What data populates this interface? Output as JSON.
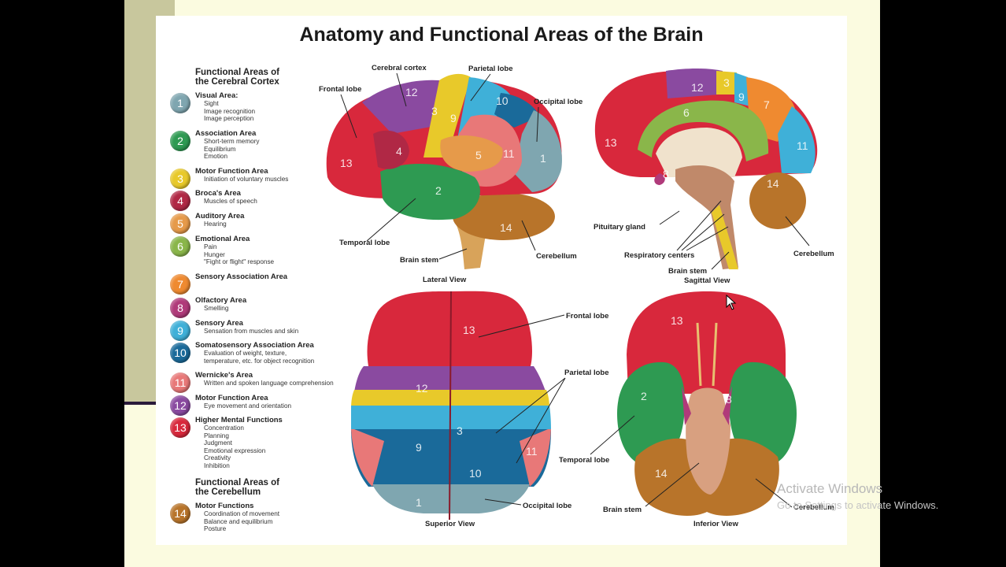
{
  "title": "Anatomy and Functional Areas of the Brain",
  "cortex_title": "Functional Areas of\nthe Cerebral Cortex",
  "cerebellum_title": "Functional Areas of\nthe Cerebellum",
  "legend": [
    {
      "num": "1",
      "name": "Visual Area:",
      "desc": "Sight\nImage recognition\nImage perception",
      "color": "#7fa6b0"
    },
    {
      "num": "2",
      "name": "Association Area",
      "desc": "Short-term memory\nEquilibrium\nEmotion",
      "color": "#2e9a52"
    },
    {
      "num": "3",
      "name": "Motor Function Area",
      "desc": "Initiation of voluntary muscles",
      "color": "#e8c92a"
    },
    {
      "num": "4",
      "name": "Broca's Area",
      "desc": "Muscles of speech",
      "color": "#b02845"
    },
    {
      "num": "5",
      "name": "Auditory Area",
      "desc": "Hearing",
      "color": "#e69a4a"
    },
    {
      "num": "6",
      "name": "Emotional Area",
      "desc": "Pain\nHunger\n\"Fight or flight\" response",
      "color": "#8ab64a"
    },
    {
      "num": "7",
      "name": "Sensory Association Area",
      "desc": "",
      "color": "#ef8a30"
    },
    {
      "num": "8",
      "name": "Olfactory Area",
      "desc": "Smelling",
      "color": "#b03a7a"
    },
    {
      "num": "9",
      "name": "Sensory Area",
      "desc": "Sensation from muscles and skin",
      "color": "#3fb0d8"
    },
    {
      "num": "10",
      "name": "Somatosensory Association Area",
      "desc": "Evaluation of weight, texture,\ntemperature, etc. for object recognition",
      "color": "#1a6a9a"
    },
    {
      "num": "11",
      "name": "Wernicke's Area",
      "desc": "Written and spoken language comprehension",
      "color": "#e87878"
    },
    {
      "num": "12",
      "name": "Motor Function Area",
      "desc": "Eye movement and orientation",
      "color": "#8a4aa0"
    },
    {
      "num": "13",
      "name": "Higher Mental Functions",
      "desc": "Concentration\nPlanning\nJudgment\nEmotional expression\nCreativity\nInhibition",
      "color": "#d8283c"
    }
  ],
  "legend_cerebellum": [
    {
      "num": "14",
      "name": "Motor Functions",
      "desc": "Coordination of movement\nBalance and equilibrium\nPosture",
      "color": "#b8742a"
    }
  ],
  "lateral": {
    "frontal": "Frontal lobe",
    "cortex": "Cerebral cortex",
    "parietal": "Parietal lobe",
    "occipital": "Occipital lobe",
    "temporal": "Temporal lobe",
    "stem": "Brain stem",
    "cerebellum": "Cerebellum",
    "view": "Lateral View"
  },
  "sagittal": {
    "pituitary": "Pituitary gland",
    "respiratory": "Respiratory centers",
    "stem": "Brain stem",
    "cerebellum": "Cerebellum",
    "view": "Sagittal View"
  },
  "superior": {
    "frontal": "Frontal lobe",
    "parietal": "Parietal lobe",
    "occipital": "Occipital lobe",
    "view": "Superior View"
  },
  "inferior": {
    "temporal": "Temporal lobe",
    "stem": "Brain stem",
    "cerebellum": "Cerebellum",
    "view": "Inferior View"
  },
  "watermark": {
    "line1": "Activate Windows",
    "line2": "Go to Settings to activate Windows."
  }
}
